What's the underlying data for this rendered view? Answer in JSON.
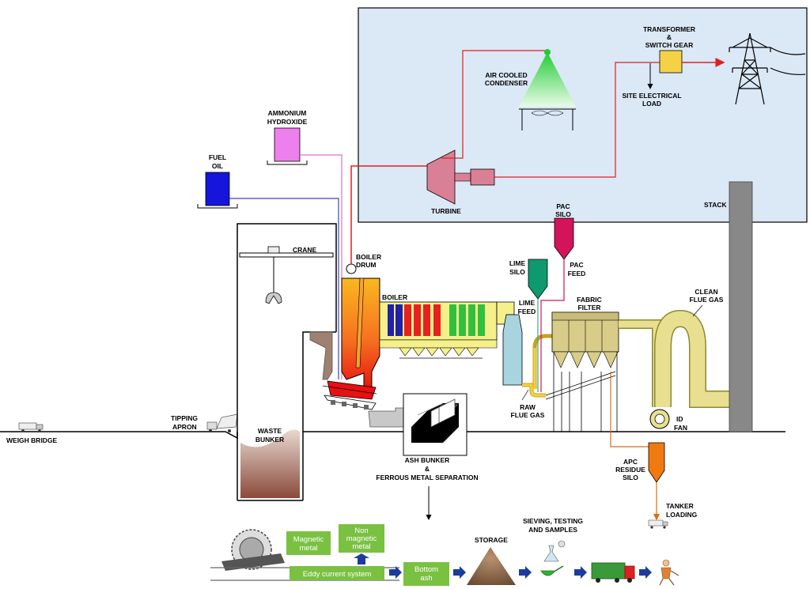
{
  "labels": {
    "weigh_bridge": "WEIGH BRIDGE",
    "tipping_apron_1": "TIPPING",
    "tipping_apron_2": "APRON",
    "waste_bunker_1": "WASTE",
    "waste_bunker_2": "BUNKER",
    "crane": "CRANE",
    "fuel_oil_1": "FUEL",
    "fuel_oil_2": "OIL",
    "ammonium_1": "AMMONIUM",
    "ammonium_2": "HYDROXIDE",
    "boiler_drum_1": "BOILER",
    "boiler_drum_2": "DRUM",
    "boiler": "BOILER",
    "turbine": "TURBINE",
    "condenser_1": "AIR COOLED",
    "condenser_2": "CONDENSER",
    "transformer_1": "TRANSFORMER",
    "transformer_2": "&",
    "transformer_3": "SWITCH GEAR",
    "site_load_1": "SITE ELECTRICAL",
    "site_load_2": "LOAD",
    "stack": "STACK",
    "pac_silo_1": "PAC",
    "pac_silo_2": "SILO",
    "pac_feed_1": "PAC",
    "pac_feed_2": "FEED",
    "lime_silo_1": "LIME",
    "lime_silo_2": "SILO",
    "lime_feed_1": "LIME",
    "lime_feed_2": "FEED",
    "fabric_filter_1": "FABRIC",
    "fabric_filter_2": "FILTER",
    "clean_flue_1": "CLEAN",
    "clean_flue_2": "FLUE GAS",
    "raw_flue_1": "RAW",
    "raw_flue_2": "FLUE GAS",
    "id_fan_1": "ID",
    "id_fan_2": "FAN",
    "apc_1": "APC",
    "apc_2": "RESIDUE",
    "apc_3": "SILO",
    "tanker_1": "TANKER",
    "tanker_2": "LOADING",
    "ash_bunker_1": "ASH BUNKER",
    "ash_bunker_2": "&",
    "ash_bunker_3": "FERROUS METAL SEPARATION",
    "magnetic_1": "Magnetic",
    "magnetic_2": "metal",
    "nonmagnetic_1": "Non",
    "nonmagnetic_2": "magnetic",
    "nonmagnetic_3": "metal",
    "eddy": "Eddy current system",
    "bottom_ash_1": "Bottom",
    "bottom_ash_2": "ash",
    "storage": "STORAGE",
    "sieving_1": "SIEVING, TESTING",
    "sieving_2": "AND SAMPLES"
  },
  "colors": {
    "panel_bg": "#dbe8f6",
    "steam_line": "#e02020",
    "turbine": "#d98097",
    "condenser": "#22cc33",
    "transformer": "#f5d245",
    "fuel_oil": "#1515dd",
    "ammonium": "#ee80ee",
    "pac_silo": "#d4145a",
    "lime_silo": "#0e9a6e",
    "apc_silo": "#f07a10",
    "filter": "#d8cc88",
    "duct": "#f5f08a",
    "scrubber": "#a8d4e0",
    "green_box": "#7ac142",
    "arrow_blue": "#1b3c9c",
    "stack": "#888888",
    "ground": "#000000"
  },
  "icons": [
    "pylon-icon",
    "truck-icon",
    "crane-grab-icon",
    "fan-icon",
    "tanker-icon",
    "flask-icon",
    "ash-pile-icon",
    "recycle-truck-icon",
    "worker-icon"
  ]
}
